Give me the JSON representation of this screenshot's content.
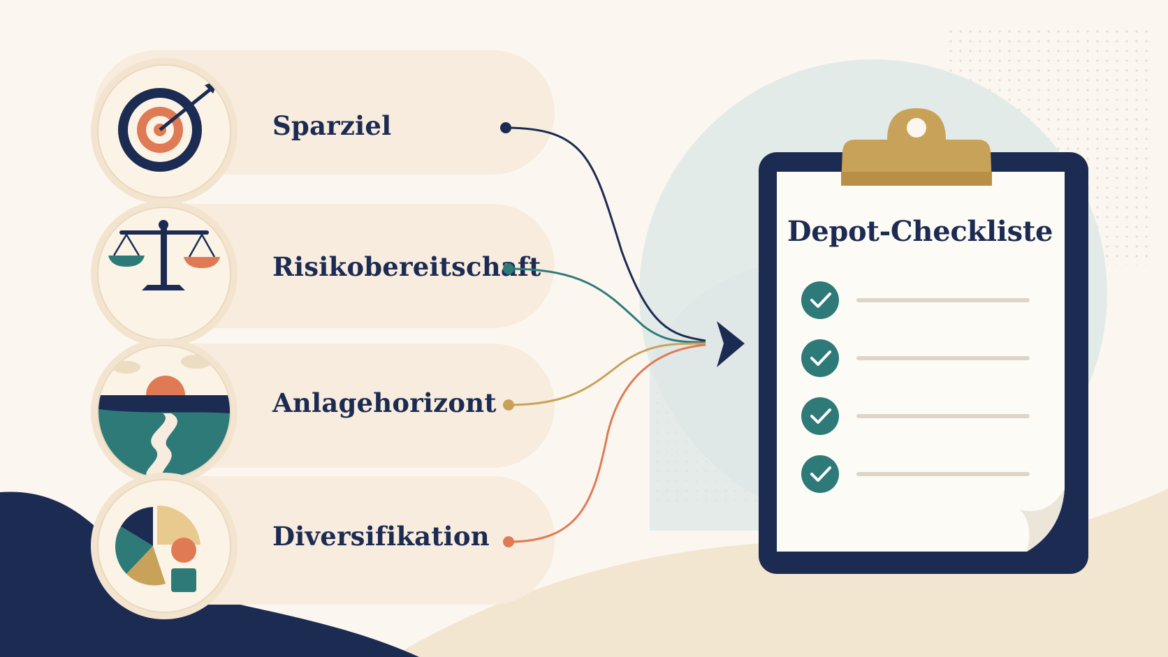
{
  "items": [
    {
      "label": "Sparziel",
      "icon": "target-icon",
      "connector_color": "#1c2b52"
    },
    {
      "label": "Risikobereitschaft",
      "icon": "scale-icon",
      "connector_color": "#2e7a78"
    },
    {
      "label": "Anlagehorizont",
      "icon": "horizon-landscape-icon",
      "connector_color": "#c9a25a"
    },
    {
      "label": "Diversifikation",
      "icon": "pie-chart-icon",
      "connector_color": "#e07a55"
    }
  ],
  "checklist": {
    "title": "Depot-Checkliste",
    "checked_items": 4
  },
  "colors": {
    "navy": "#1c2b52",
    "teal": "#2e7a78",
    "gold": "#c9a25a",
    "coral": "#e07a55",
    "cream": "#f7ecdd"
  }
}
